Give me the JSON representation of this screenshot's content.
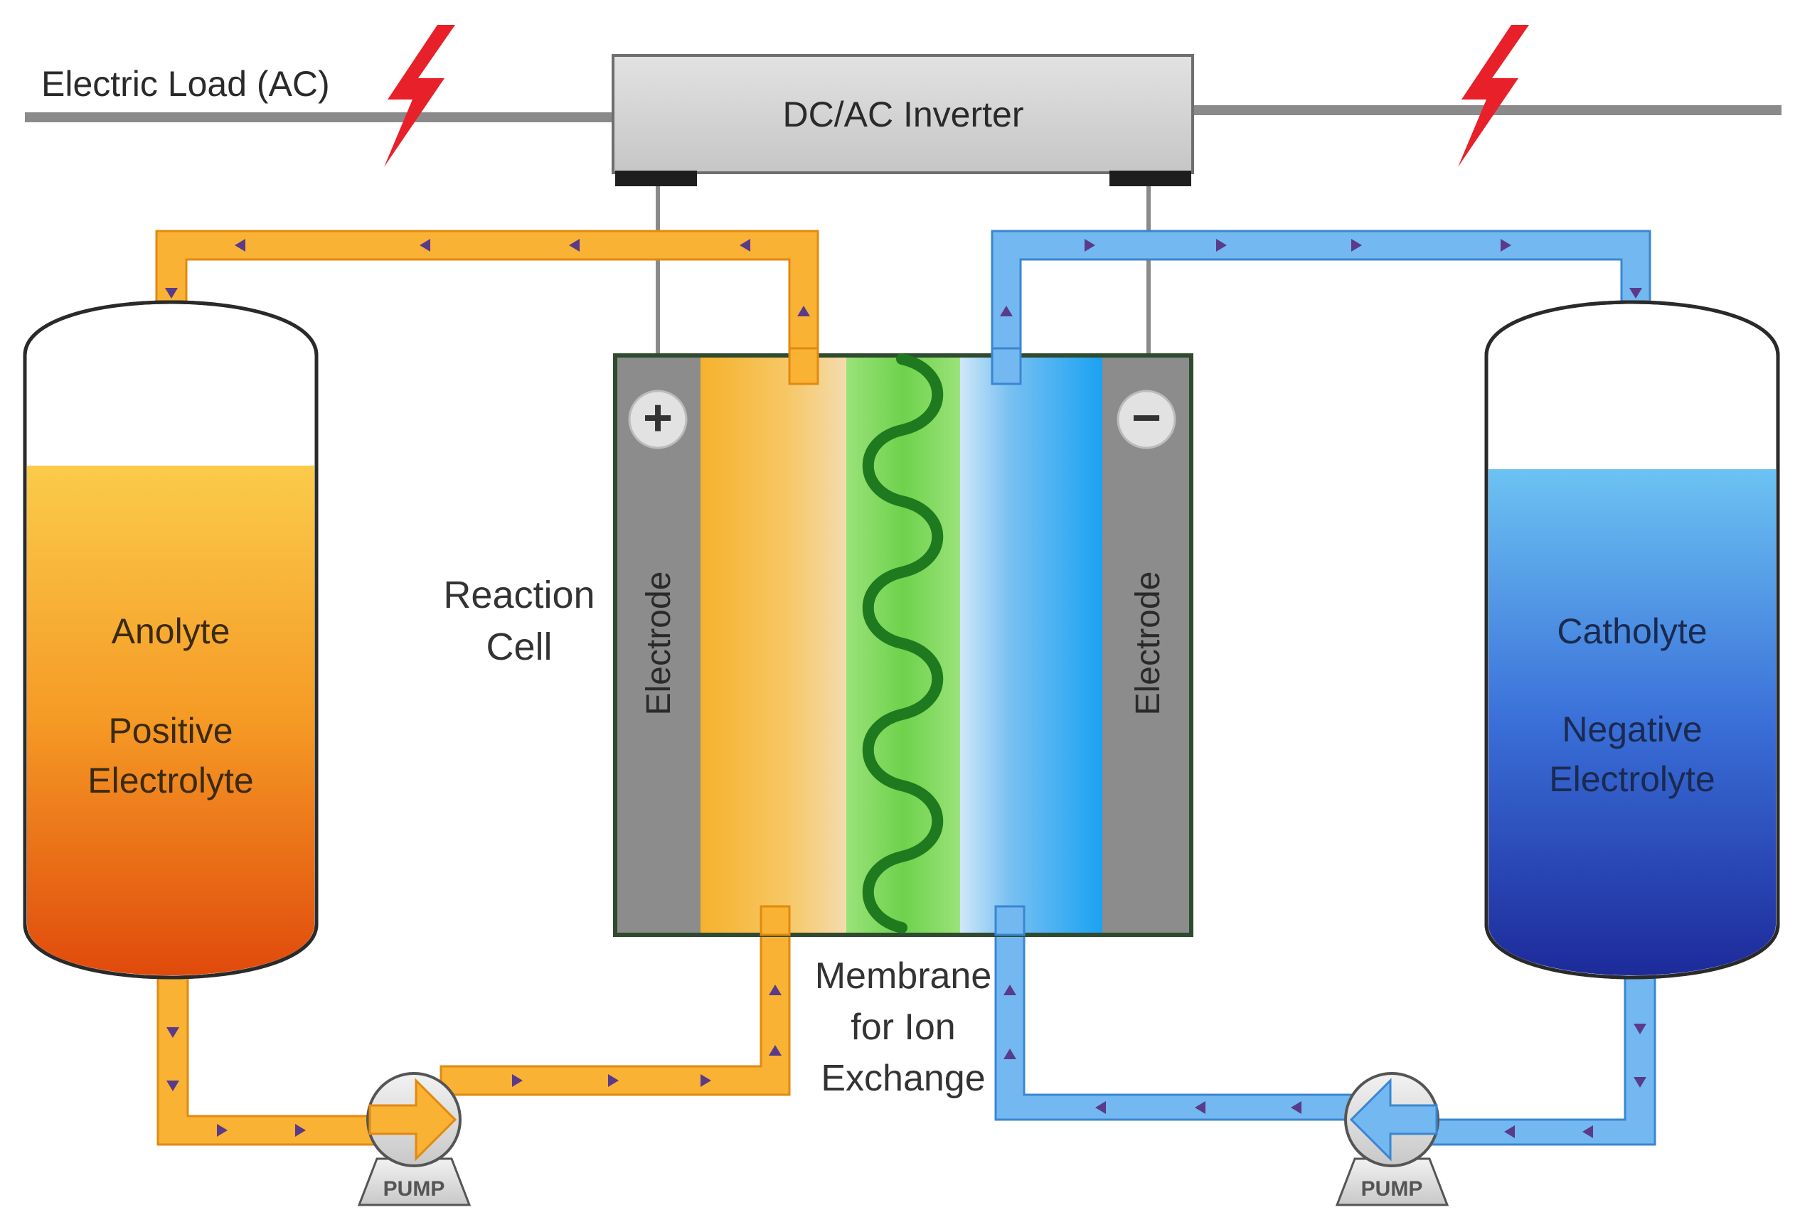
{
  "labels": {
    "electric_load": "Electric Load (AC)",
    "inverter": "DC/AC Inverter",
    "reaction_cell_line1": "Reaction",
    "reaction_cell_line2": "Cell",
    "electrode_left": "Electrode",
    "electrode_right": "Electrode",
    "plus_sign": "+",
    "minus_sign": "−",
    "membrane_line1": "Membrane",
    "membrane_line2": "for Ion",
    "membrane_line3": "Exchange",
    "anolyte": "Anolyte",
    "anolyte_desc_line1": "Positive",
    "anolyte_desc_line2": "Electrolyte",
    "catholyte": "Catholyte",
    "catholyte_desc_line1": "Negative",
    "catholyte_desc_line2": "Electrolyte",
    "pump_left": "PUMP",
    "pump_right": "PUMP"
  },
  "colors": {
    "orange_pipe": "#f9b233",
    "orange_pipe_edge": "#e08a10",
    "blue_pipe": "#73b8f0",
    "blue_pipe_edge": "#3a86d0",
    "membrane_green": "#7fd65a",
    "membrane_coil": "#1f7a1f",
    "electrode_gray": "#8c8c8c",
    "lightning_red": "#e8202a",
    "wire_gray": "#8a8a8a",
    "arrow_purple": "#5a3a8a"
  }
}
